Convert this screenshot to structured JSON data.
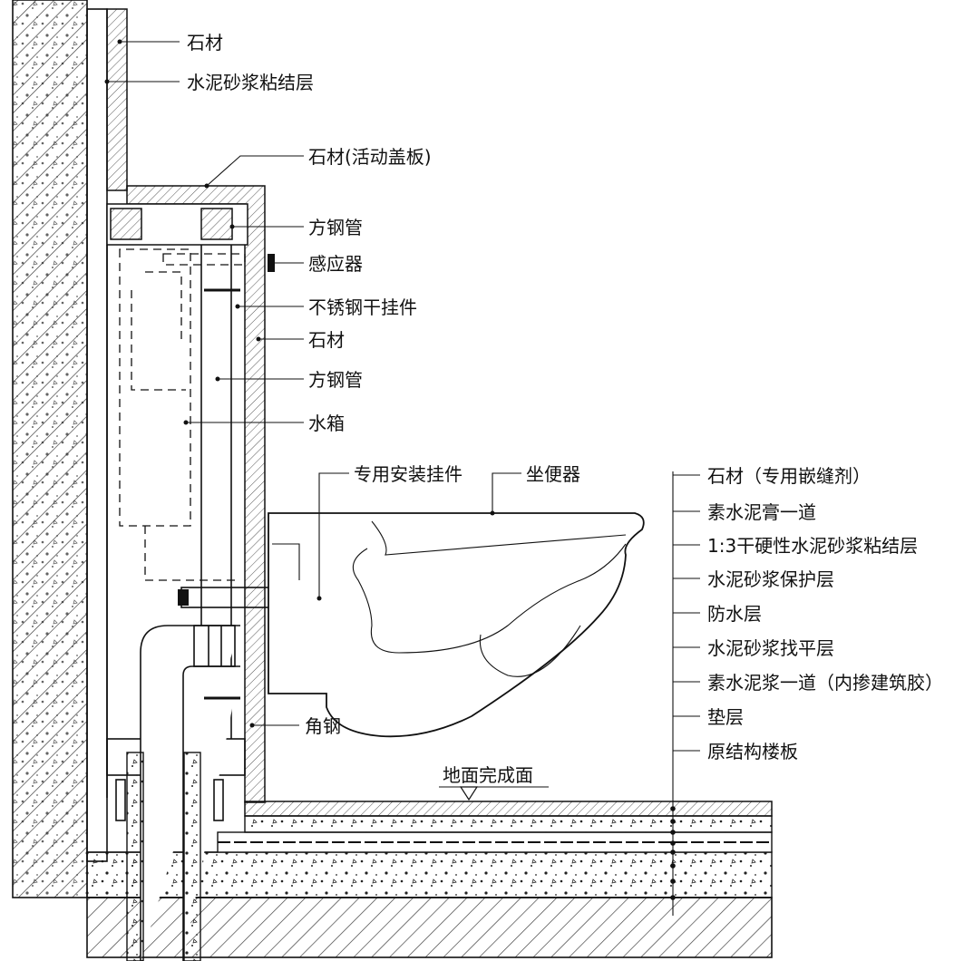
{
  "labels": {
    "stone_top": "石材",
    "mortar_bond_top": "水泥砂浆粘结层",
    "stone_cover": "石材(活动盖板)",
    "square_tube_top": "方钢管",
    "sensor": "感应器",
    "ss_hanger": "不锈钢干挂件",
    "stone_front": "石材",
    "square_tube_mid": "方钢管",
    "cistern": "水箱",
    "install_hanger": "专用安装挂件",
    "toilet": "坐便器",
    "angle_steel": "角钢",
    "floor_finish": "地面完成面"
  },
  "floor_layers": [
    "石材（专用嵌缝剂）",
    "素水泥膏一道",
    "1:3干硬性水泥砂浆粘结层",
    "水泥砂浆保护层",
    "防水层",
    "水泥砂浆找平层",
    "素水泥浆一道（内掺建筑胶）",
    "垫层",
    "原结构楼板"
  ]
}
